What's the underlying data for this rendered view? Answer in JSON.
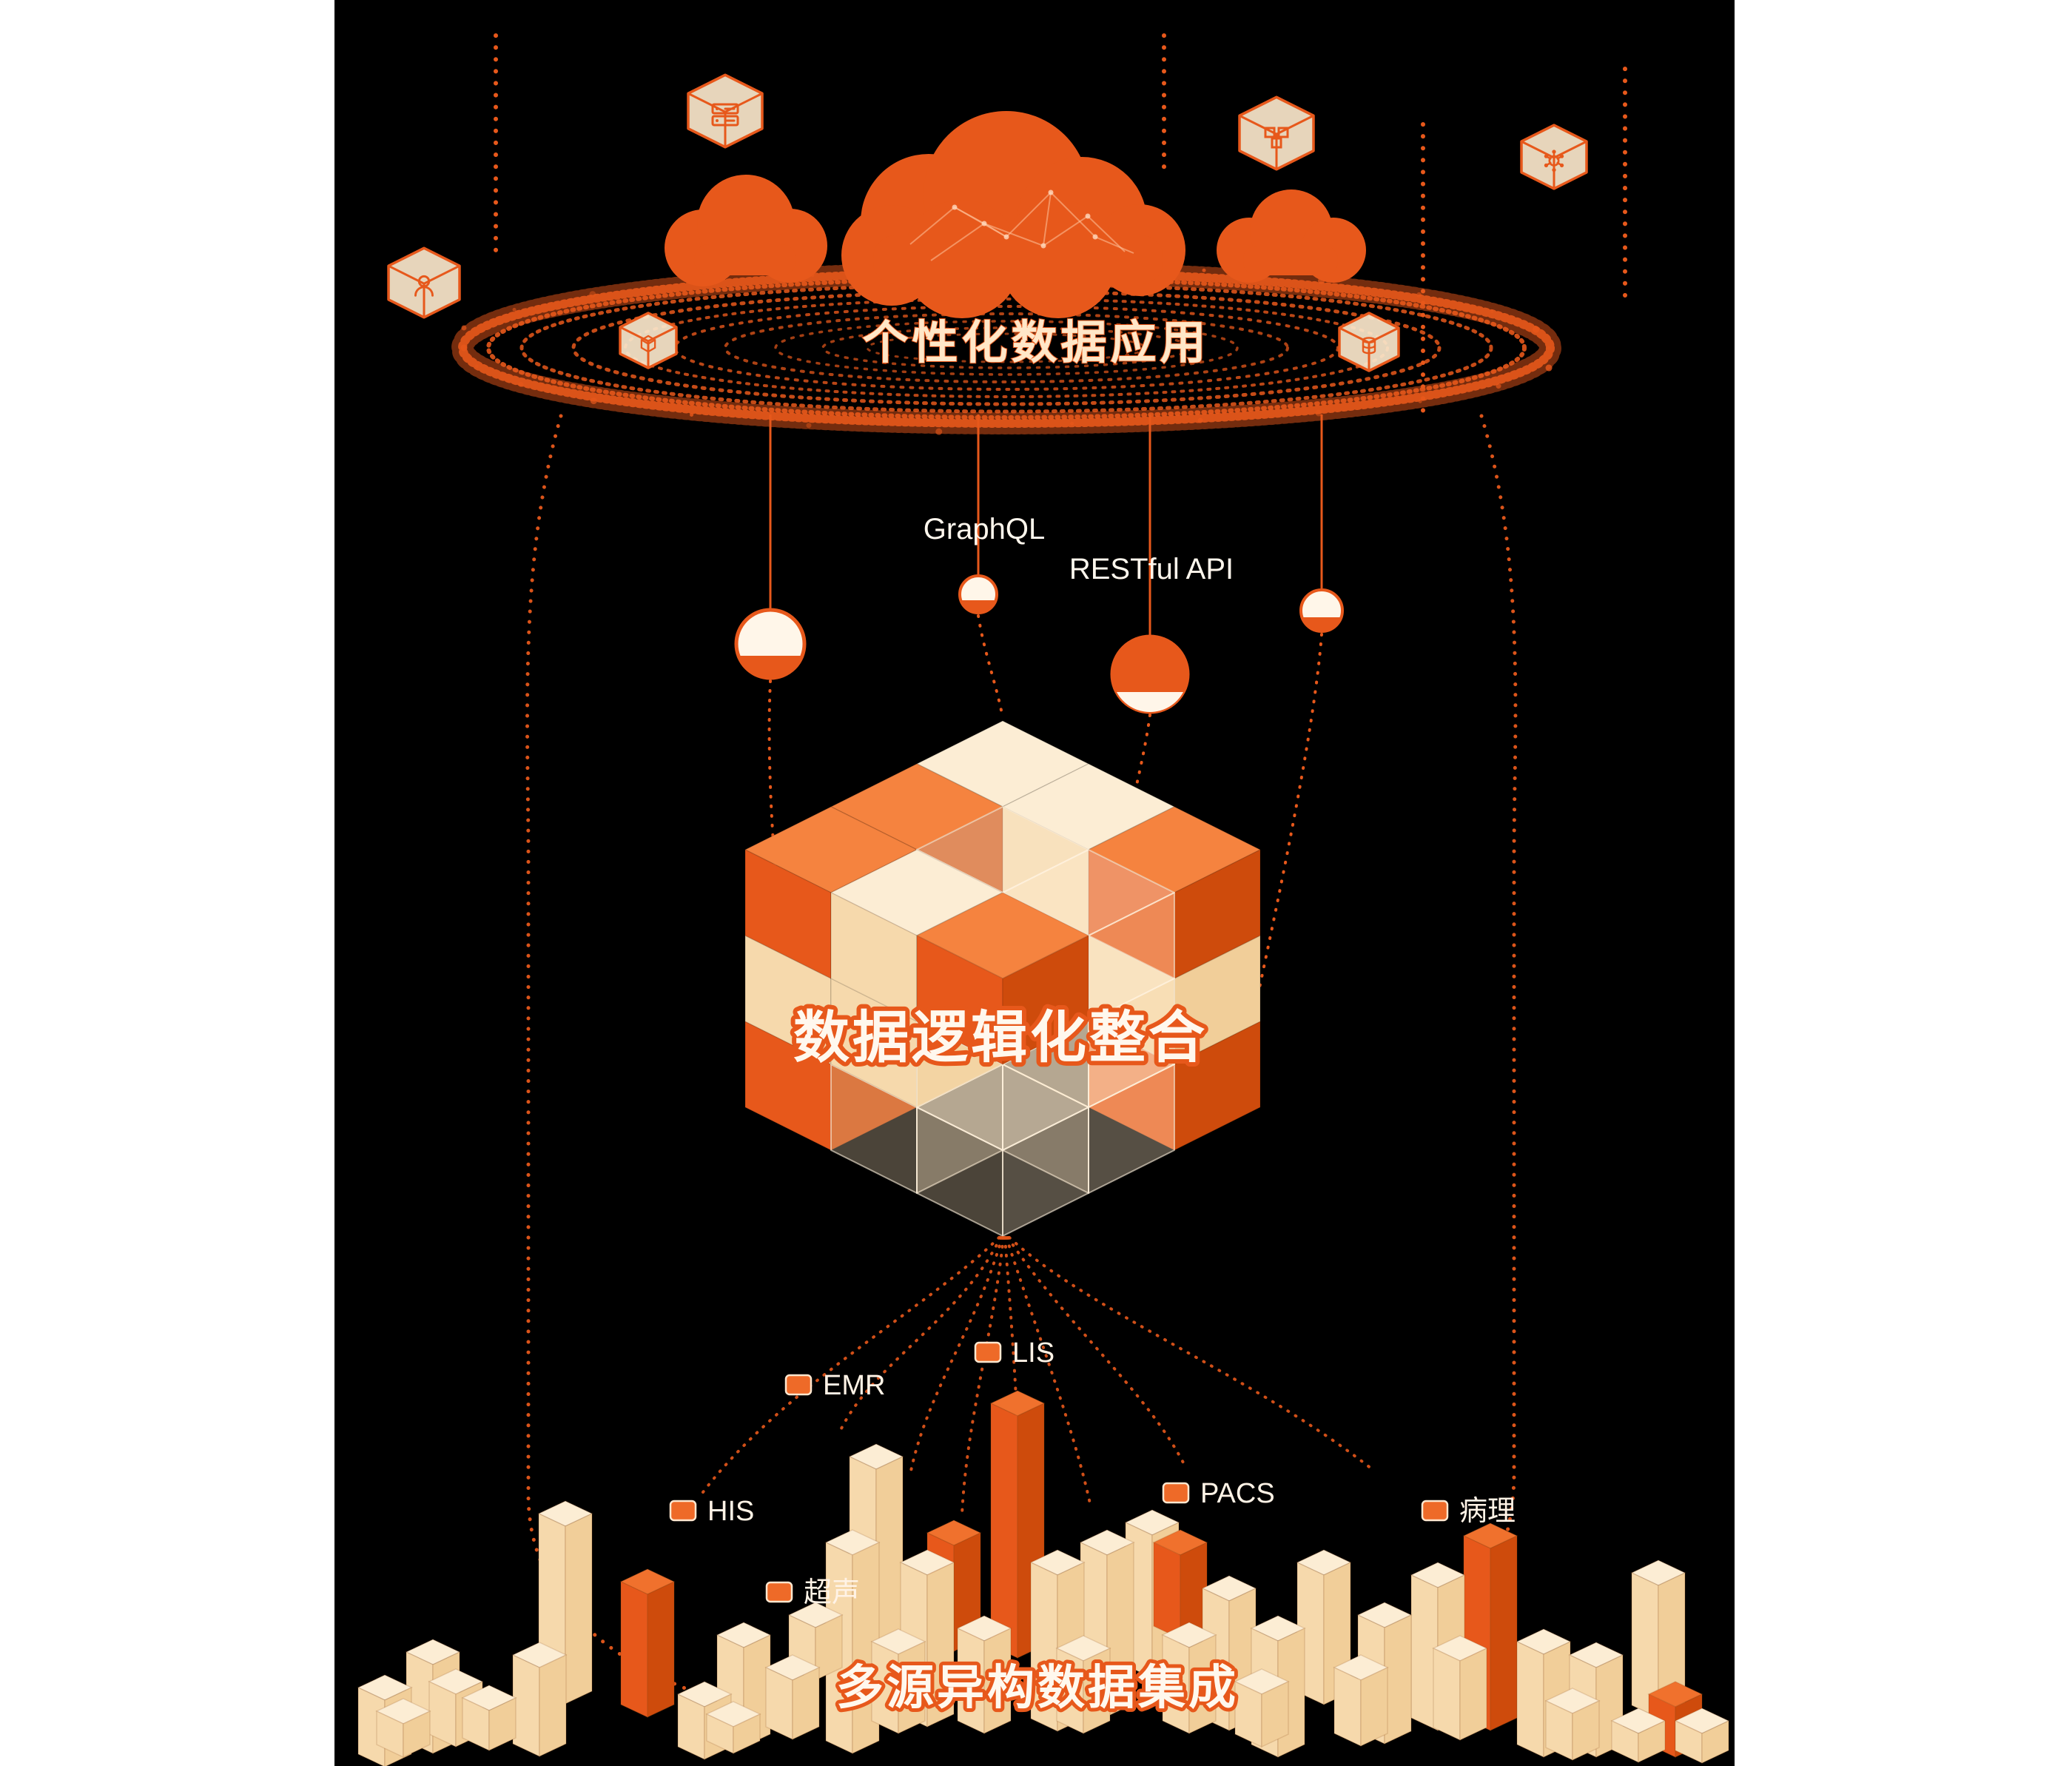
{
  "titles": {
    "top": "个性化数据应用",
    "middle": "数据逻辑化整合",
    "bottom": "多源异构数据集成"
  },
  "api_labels": {
    "graphql": "GraphQL",
    "restful": "RESTful API"
  },
  "source_labels": [
    {
      "id": "lis",
      "label": "LIS"
    },
    {
      "id": "emr",
      "label": "EMR"
    },
    {
      "id": "his",
      "label": "HIS"
    },
    {
      "id": "pacs",
      "label": "PACS"
    },
    {
      "id": "pathology",
      "label": "病理"
    },
    {
      "id": "ultrasound",
      "label": "超声"
    }
  ],
  "icons": [
    "server-cube-icon",
    "user-cube-icon",
    "box-cube-icon",
    "modules-cube-icon",
    "chip-cube-icon",
    "database-cube-icon"
  ],
  "colors": {
    "background": "#000000",
    "margin": "#ffffff",
    "orange": "#E7581B",
    "orange_deep": "#CE4B0C",
    "orange_bright": "#F0712D",
    "orange_top": "#F5833F",
    "cream": "#FCEDD4",
    "cream_mid": "#F6D9AC",
    "cream_deep": "#F1CE99",
    "text_light": "#FFE9CF",
    "text_white": "#FFF7ED"
  }
}
